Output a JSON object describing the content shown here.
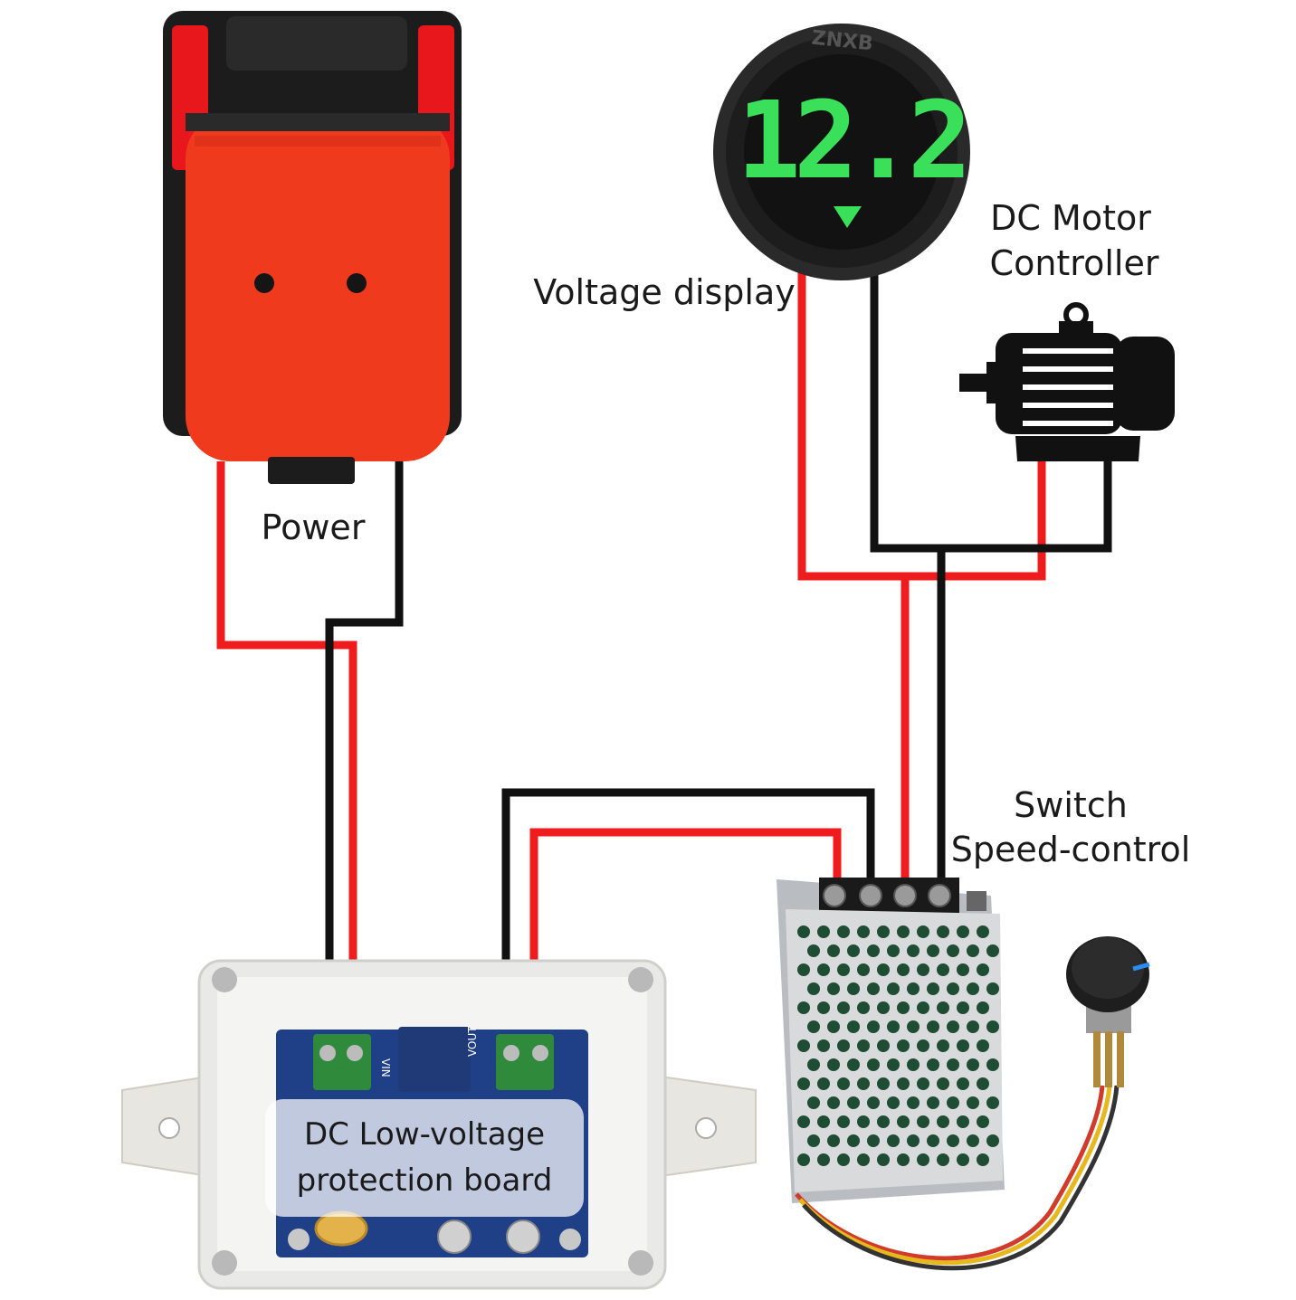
{
  "labels": {
    "power": "Power",
    "voltage_display": "Voltage display",
    "motor_line1": "DC Motor",
    "motor_line2": "Controller",
    "speed_line1": "Switch",
    "speed_line2": "Speed-control",
    "board_line1": "DC Low-voltage",
    "board_line2": "protection board"
  },
  "voltmeter": {
    "reading": "12.2",
    "brand": "ZNXB"
  },
  "pcb_marks": {
    "vin": "VIN",
    "vout": "VOUT"
  },
  "colors": {
    "red_wire": "#ee1c1c",
    "black_wire": "#111111",
    "battery_red": "#f03a1e",
    "lcd_green": "#3be05a",
    "pcb_blue": "#1f3f86",
    "terminal_green": "#2f8a3c"
  },
  "icons": [
    "battery-icon",
    "voltmeter-icon",
    "motor-icon",
    "speed-controller-icon",
    "potentiometer-icon",
    "protection-board-icon"
  ]
}
